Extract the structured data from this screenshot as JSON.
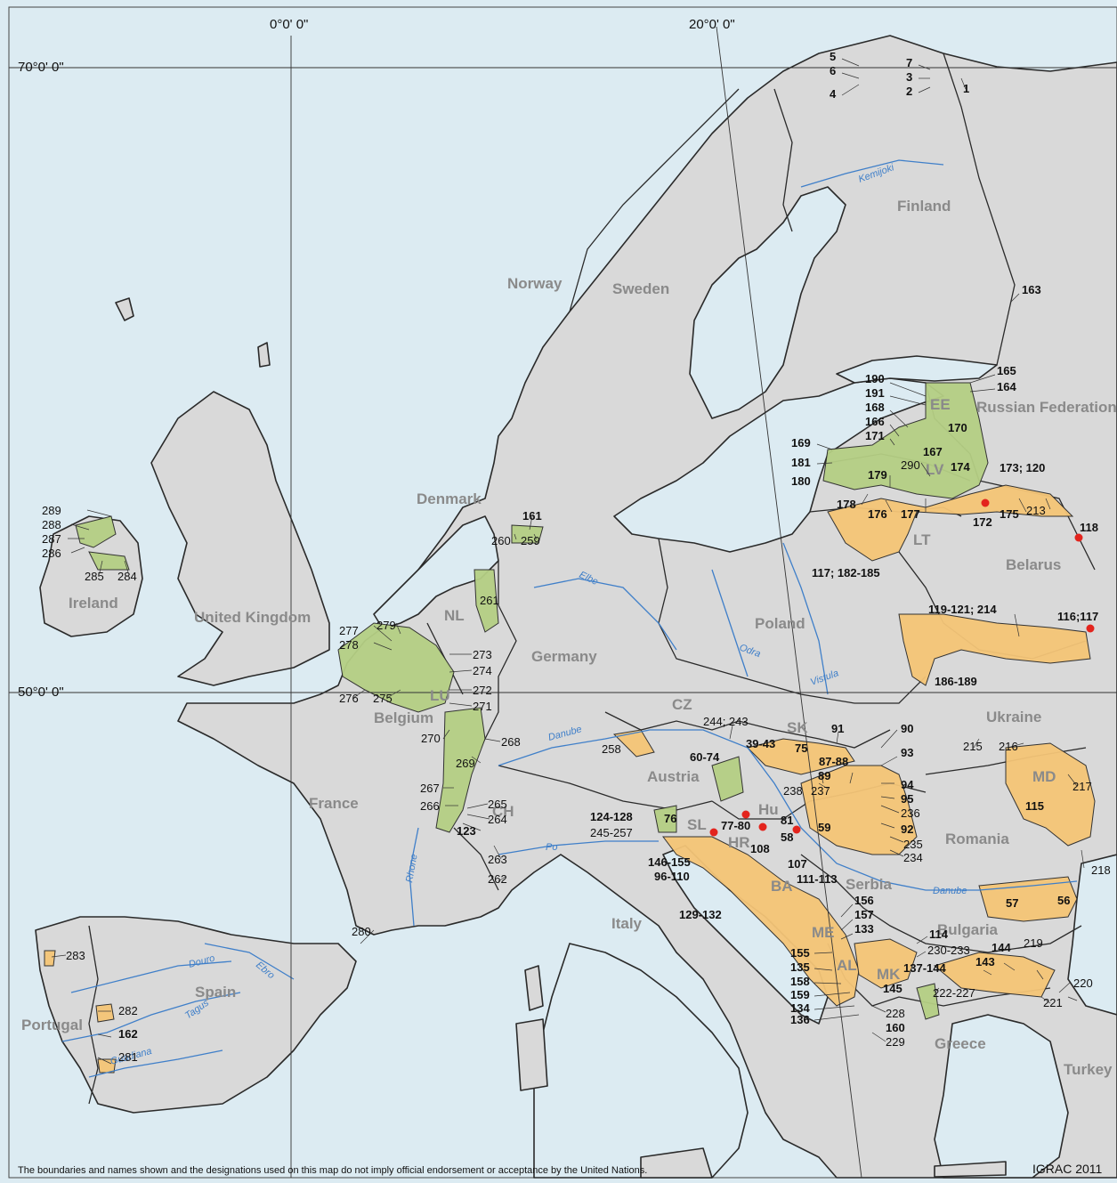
{
  "coordinates": {
    "lon_0": "0°0' 0\"",
    "lon_20": "20°0' 0\"",
    "lat_70": "70°0' 0\"",
    "lat_50": "50°0' 0\""
  },
  "countries": {
    "norway": "Norway",
    "sweden": "Sweden",
    "finland": "Finland",
    "russia": "Russian Federation",
    "ee": "EE",
    "lv": "LV",
    "lt": "LT",
    "belarus": "Belarus",
    "poland": "Poland",
    "ukraine": "Ukraine",
    "md": "MD",
    "romania": "Romania",
    "bulgaria": "Bulgaria",
    "serbia": "Serbia",
    "me": "ME",
    "al": "AL",
    "mk": "MK",
    "ba": "BA",
    "hr": "HR",
    "sl": "SL",
    "hu": "Hu",
    "sk": "SK",
    "cz": "CZ",
    "austria": "Austria",
    "germany": "Germany",
    "denmark": "Denmark",
    "nl": "NL",
    "belgium": "Belgium",
    "lu": "LU",
    "ch": "CH",
    "france": "France",
    "italy": "Italy",
    "spain": "Spain",
    "portugal": "Portugal",
    "uk": "United Kingdom",
    "ireland": "Ireland",
    "greece": "Greece",
    "turkey": "Turkey"
  },
  "rivers": {
    "kemijoki": "Kemijoki",
    "elbe": "Elbe",
    "odra": "Odra",
    "vistula": "Vistula",
    "danube_w": "Danube",
    "danube_e": "Danube",
    "po": "Po",
    "rhone": "Rhone",
    "ebro": "Ebro",
    "douro": "Douro",
    "tagus": "Tagus",
    "guadiana": "Guadiana"
  },
  "aquifer_labels": {
    "a1": "1",
    "a2": "2",
    "a3": "3",
    "a4": "4",
    "a5": "5",
    "a6": "6",
    "a7": "7",
    "a163": "163",
    "a165": "165",
    "a164": "164",
    "a190": "190",
    "a191": "191",
    "a168": "168",
    "a166": "166",
    "a171": "171",
    "a170": "170",
    "a169": "169",
    "a167": "167",
    "a181": "181",
    "a290": "290",
    "a174": "174",
    "a173_120": "173; 120",
    "a180": "180",
    "a179": "179",
    "a178": "178",
    "a176": "176",
    "a177": "177",
    "a172": "172",
    "a175": "175",
    "a213": "213",
    "a118": "118",
    "a117_182": "117; 182-185",
    "a119_121": "119-121; 214",
    "a116_117": "116;117",
    "a186_189": "186-189",
    "a90": "90",
    "a91": "91",
    "a93": "93",
    "a87_88": "87-88",
    "a89": "89",
    "a94": "94",
    "a95": "95",
    "a236": "236",
    "a92": "92",
    "a235": "235",
    "a234": "234",
    "a215": "215",
    "a216": "216",
    "a217": "217",
    "a115": "115",
    "a218": "218",
    "a244_243": "244; 243",
    "a39_43": "39-43",
    "a75": "75",
    "a60_74": "60-74",
    "a258": "258",
    "a238": "238",
    "a237": "237",
    "a81": "81",
    "a58": "58",
    "a59": "59",
    "a77_80": "77-80",
    "a76": "76",
    "a124_128": "124-128",
    "a245_257": "245-257",
    "a108": "108",
    "a146_155": "146-155",
    "a96_110": "96-110",
    "a107": "107",
    "a111_113": "111-113",
    "a129_132": "129-132",
    "a156": "156",
    "a157": "157",
    "a133": "133",
    "a114": "114",
    "a57": "57",
    "a56": "56",
    "a230_233": "230-233",
    "a144b": "144",
    "a219": "219",
    "a137_144": "137-144",
    "a143": "143",
    "a155": "155",
    "a135": "135",
    "a158": "158",
    "a159": "159",
    "a134": "134",
    "a136": "136",
    "a145": "145",
    "a222_227": "222-227",
    "a220": "220",
    "a221": "221",
    "a228": "228",
    "a160": "160",
    "a229": "229",
    "a161": "161",
    "a260": "260",
    "a259": "259",
    "a261": "261",
    "a277": "277",
    "a279": "279",
    "a278": "278",
    "a273": "273",
    "a274": "274",
    "a272": "272",
    "a271": "271",
    "a276": "276",
    "a275": "275",
    "a270": "270",
    "a268": "268",
    "a269": "269",
    "a267": "267",
    "a265": "265",
    "a266": "266",
    "a264": "264",
    "a123": "123",
    "a263": "263",
    "a262": "262",
    "a280": "280",
    "a289": "289",
    "a288": "288",
    "a287": "287",
    "a286": "286",
    "a285": "285",
    "a284": "284",
    "a283": "283",
    "a282": "282",
    "a162": "162",
    "a281": "281"
  },
  "disclaimer": "The boundaries and names shown and the designations used on this map do not imply official endorsement or acceptance by the United Nations.",
  "credit": "IGRAC 2011",
  "colors": {
    "sea": "#dcebf2",
    "land": "#d9d9d9",
    "border": "#2a2a2a",
    "aquifer_green": "#b5cf84",
    "aquifer_orange": "#f5c577",
    "point": "#e3241d",
    "river": "#3f7fc9"
  }
}
